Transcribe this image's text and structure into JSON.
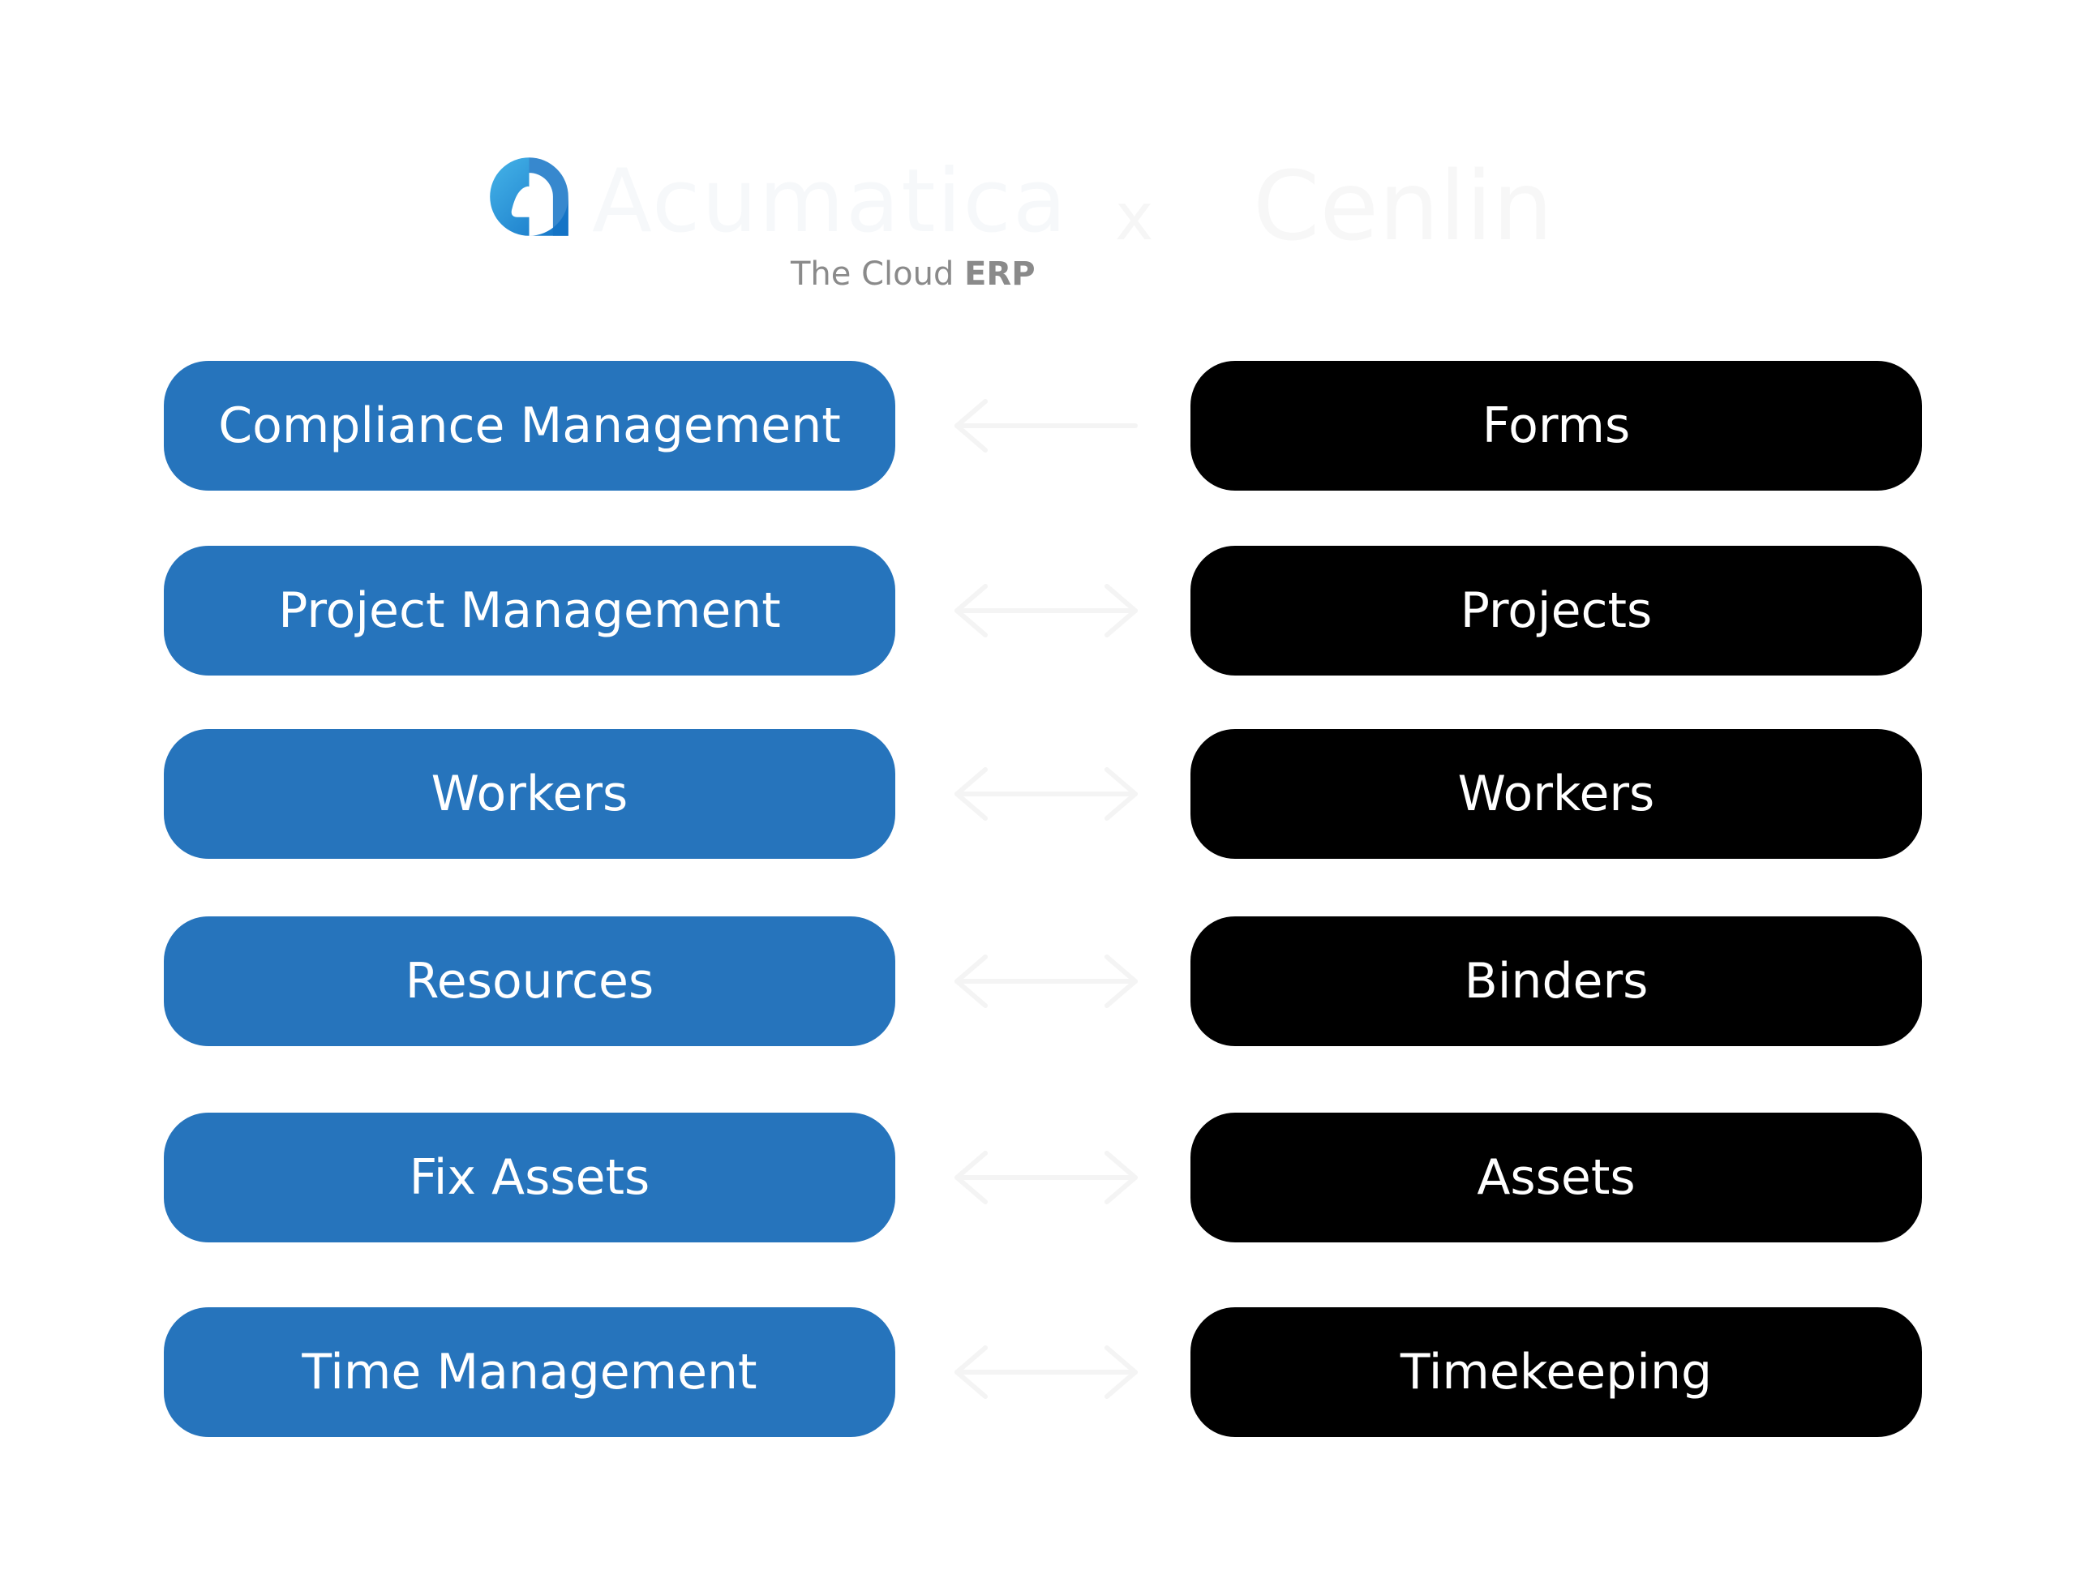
{
  "header": {
    "brand_name": "Acumatica",
    "brand_tagline_prefix": "The Cloud",
    "brand_tagline_strong": "ERP",
    "separator": "x",
    "partner_name": "Cenlin"
  },
  "rows": [
    {
      "left": "Compliance Management",
      "right": "Forms"
    },
    {
      "left": "Project Management",
      "right": "Projects"
    },
    {
      "left": "Workers",
      "right": "Workers"
    },
    {
      "left": "Resources",
      "right": "Binders"
    },
    {
      "left": "Fix Assets",
      "right": "Assets"
    },
    {
      "left": "Time Management",
      "right": "Timekeeping"
    }
  ],
  "colors": {
    "left_pill": "#2674bc",
    "right_pill": "#000000",
    "logo_light": "#45b4e8",
    "logo_dark": "#1473c6"
  }
}
